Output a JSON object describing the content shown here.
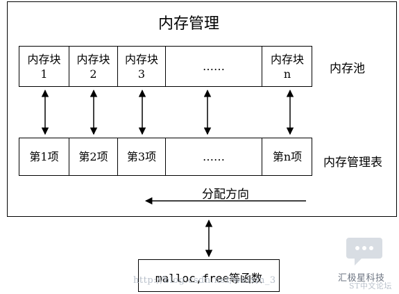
{
  "title": "内存管理",
  "pool": {
    "label": "内存池",
    "cells": [
      {
        "line1": "内存块",
        "line2": "1"
      },
      {
        "line1": "内存块",
        "line2": "2"
      },
      {
        "line1": "内存块",
        "line2": "3"
      },
      {
        "line1": "……",
        "line2": ""
      },
      {
        "line1": "内存块",
        "line2": "n"
      }
    ]
  },
  "table": {
    "label": "内存管理表",
    "cells": [
      "第1项",
      "第2项",
      "第3项",
      "……",
      "第n项"
    ]
  },
  "direction_label": "分配方向",
  "api_box": "malloc,free等函数",
  "watermark": {
    "url": "http://blog.csdn.net/weixin_3",
    "brand": "汇极星科技",
    "brand_sub": "ST中文论坛"
  }
}
